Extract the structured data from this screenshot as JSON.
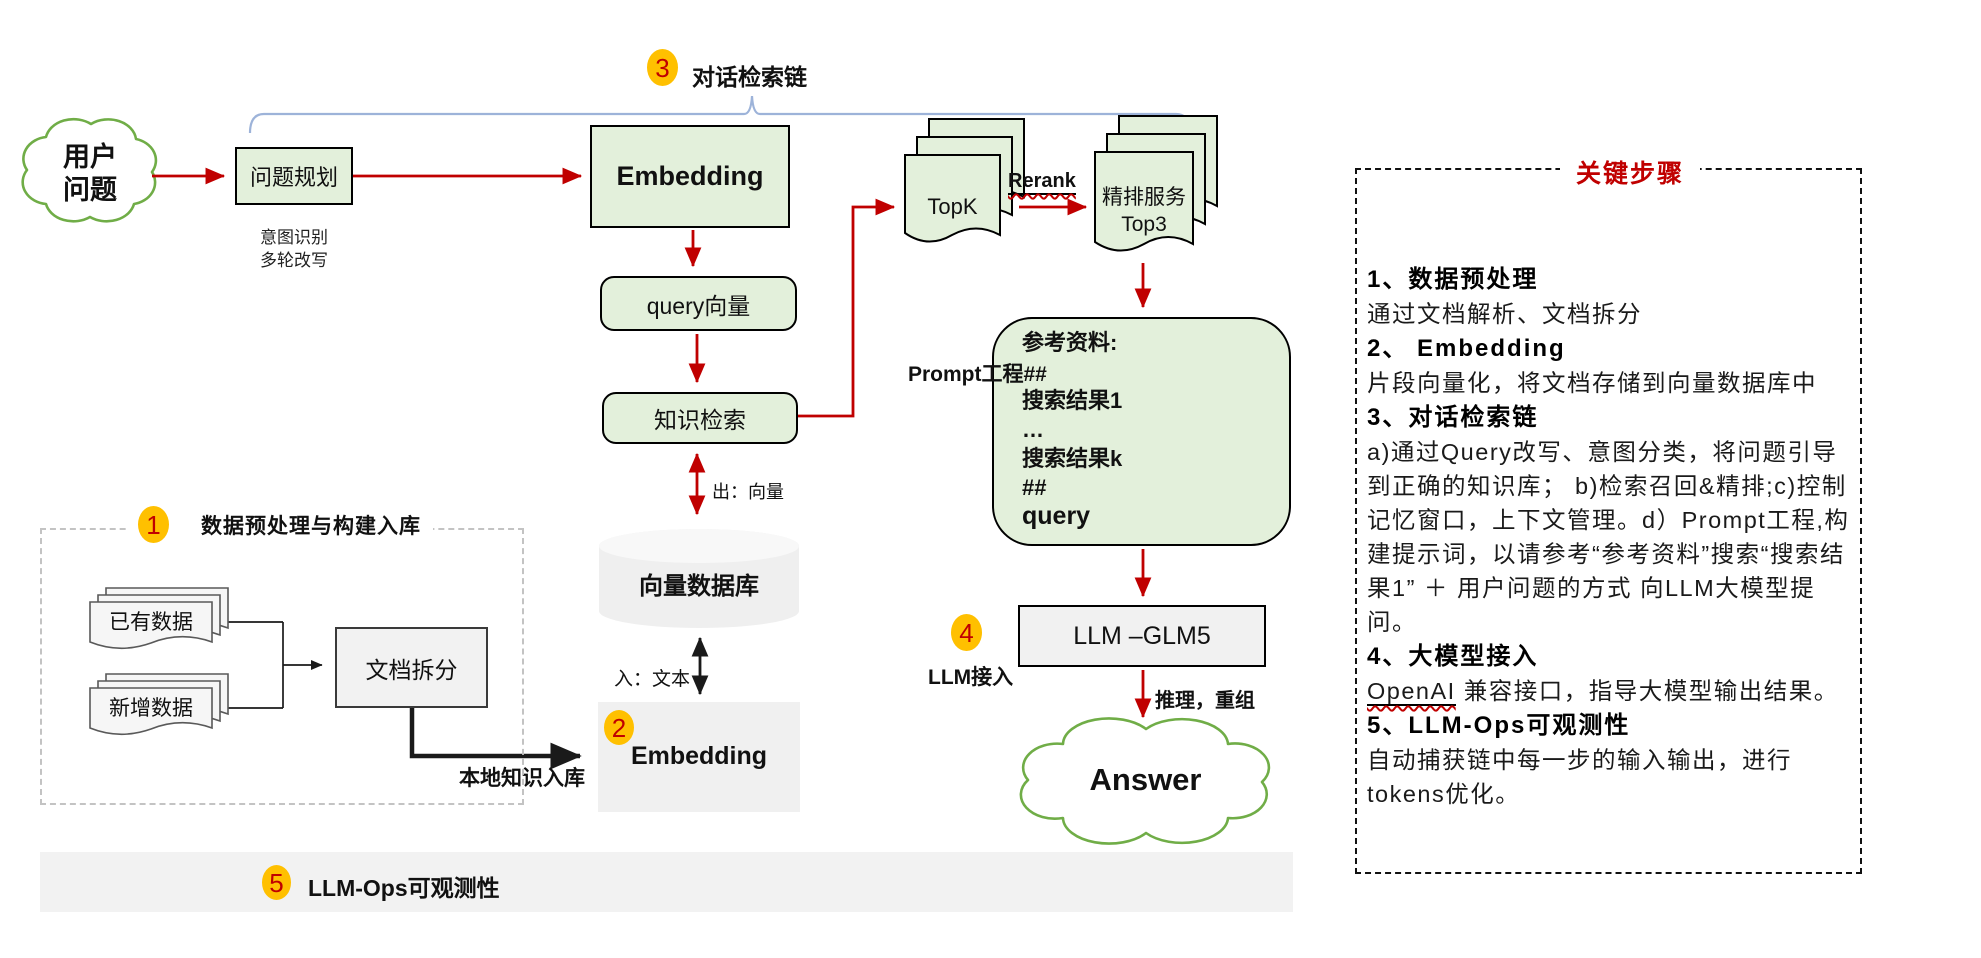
{
  "chain": {
    "badge": "3",
    "title": "对话检索链"
  },
  "flow": {
    "user_cloud": "用户\n问题",
    "question_planning": "问题规划",
    "planning_note": "意图识别\n多轮改写",
    "embedding_top": "Embedding",
    "query_vector": "query向量",
    "knowledge_search": "知识检索",
    "out_vector": "出：向量",
    "vector_db": "向量数据库",
    "in_text": "入：文本",
    "embedding_badge": "2",
    "embedding_bottom": "Embedding",
    "local_ingest": "本地知识入库",
    "topk": "TopK",
    "rerank": "Rerank",
    "rerank_docs": "精排服务\nTop3",
    "prompt_side_label": "Prompt工程##",
    "prompt_lines": [
      "参考资料:",
      "",
      "搜索结果1",
      "…",
      "搜索结果k",
      "##",
      "query"
    ],
    "llm_badge": "4",
    "llm_note": "LLM接入",
    "llm_box": "LLM –GLM5",
    "infer_label": "推理，重组",
    "answer_cloud": "Answer"
  },
  "section1": {
    "badge": "1",
    "title": "数据预处理与构建入库",
    "existing_data": "已有数据",
    "new_data": "新增数据",
    "doc_split": "文档拆分"
  },
  "bottom_bar": {
    "badge": "5",
    "label": "LLM-Ops可观测性"
  },
  "panel": {
    "title": "关键步骤",
    "steps": [
      {
        "heading": "1、数据预处理",
        "body": "通过文档解析、文档拆分"
      },
      {
        "heading": "2、 Embedding",
        "body": "片段向量化，将文档存储到向量数据库中"
      },
      {
        "heading": "3、对话检索链",
        "body": "a)通过Query改写、意图分类，将问题引导到正确的知识库； b)检索召回&精排;c)控制记忆窗口，上下文管理。d）Prompt工程,构建提示词，以请参考“参考资料”搜索“搜索结果1” ＋ 用户问题的方式 向LLM大模型提问。"
      },
      {
        "heading": "4、大模型接入",
        "link": "OpenAI",
        "body": " 兼容接口，指导大模型输出结果。"
      },
      {
        "heading": "5、LLM-Ops可观测性",
        "body": "自动捕获链中每一步的输入输出，进行tokens优化。"
      }
    ]
  }
}
